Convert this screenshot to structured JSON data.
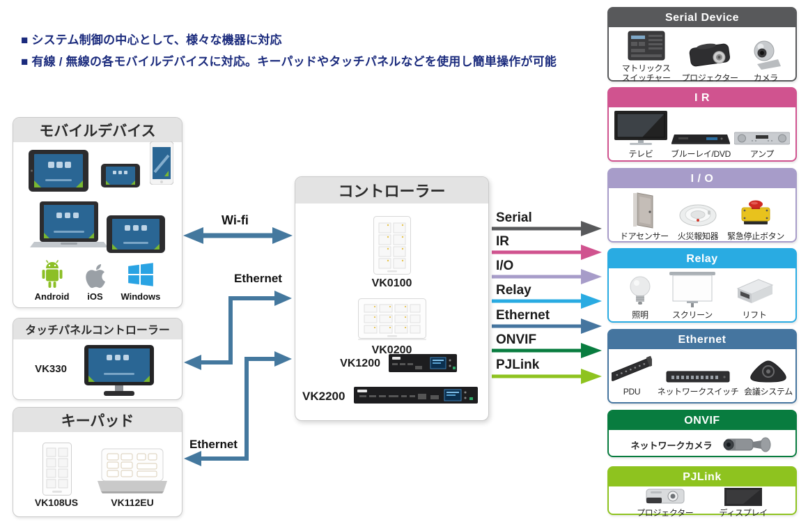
{
  "headline": {
    "line1": "■ システム制御の中心として、様々な機器に対応",
    "line2": "■ 有線 / 無線の各モバイルデバイスに対応。キーパッドやタッチパネルなどを使用し簡単操作が可能",
    "color": "#1b2b7d"
  },
  "mobile_box": {
    "title": "モバイルデバイス",
    "platforms": [
      {
        "name": "Android"
      },
      {
        "name": "iOS"
      },
      {
        "name": "Windows"
      }
    ]
  },
  "touchpanel_box": {
    "title": "タッチパネルコントローラー",
    "model": "VK330"
  },
  "keypad_box": {
    "title": "キーパッド",
    "models": [
      {
        "name": "VK108US"
      },
      {
        "name": "VK112EU"
      }
    ]
  },
  "controller_box": {
    "title": "コントローラー",
    "models": [
      {
        "name": "VK0100"
      },
      {
        "name": "VK0200"
      },
      {
        "name": "VK1200"
      },
      {
        "name": "VK2200"
      }
    ]
  },
  "connections": {
    "wifi": {
      "label": "Wi-fi",
      "color": "#44789e"
    },
    "ethernet_touchpanel": {
      "label": "Ethernet",
      "color": "#44789e"
    },
    "ethernet_keypad": {
      "label": "Ethernet",
      "color": "#44789e"
    }
  },
  "outputs": [
    {
      "label": "Serial",
      "color": "#58595b"
    },
    {
      "label": "IR",
      "color": "#d0538f"
    },
    {
      "label": "I/O",
      "color": "#a79cc9"
    },
    {
      "label": "Relay",
      "color": "#29abe2"
    },
    {
      "label": "Ethernet",
      "color": "#45759f"
    },
    {
      "label": "ONVIF",
      "color": "#087c3f"
    },
    {
      "label": "PJLink",
      "color": "#8ec31f"
    }
  ],
  "device_boxes": [
    {
      "title": "Serial Device",
      "color": "#58595b",
      "items": [
        {
          "label": "マトリックス\nスイッチャー"
        },
        {
          "label": "プロジェクター"
        },
        {
          "label": "カメラ"
        }
      ]
    },
    {
      "title": "I R",
      "color": "#d0538f",
      "items": [
        {
          "label": "テレビ"
        },
        {
          "label": "ブルーレイ/DVD"
        },
        {
          "label": "アンプ"
        }
      ]
    },
    {
      "title": "I / O",
      "color": "#a79cc9",
      "items": [
        {
          "label": "ドアセンサー"
        },
        {
          "label": "火災報知器"
        },
        {
          "label": "緊急停止ボタン"
        }
      ]
    },
    {
      "title": "Relay",
      "color": "#29abe2",
      "items": [
        {
          "label": "照明"
        },
        {
          "label": "スクリーン"
        },
        {
          "label": "リフト"
        }
      ]
    },
    {
      "title": "Ethernet",
      "color": "#45759f",
      "items": [
        {
          "label": "PDU"
        },
        {
          "label": "ネットワークスイッチ"
        },
        {
          "label": "会議システム"
        }
      ]
    },
    {
      "title": "ONVIF",
      "color": "#087c3f",
      "items": [
        {
          "label": "ネットワークカメラ"
        }
      ]
    },
    {
      "title": "PJLink",
      "color": "#8ec31f",
      "items": [
        {
          "label": "プロジェクター"
        },
        {
          "label": "ディスプレイ"
        }
      ]
    }
  ]
}
